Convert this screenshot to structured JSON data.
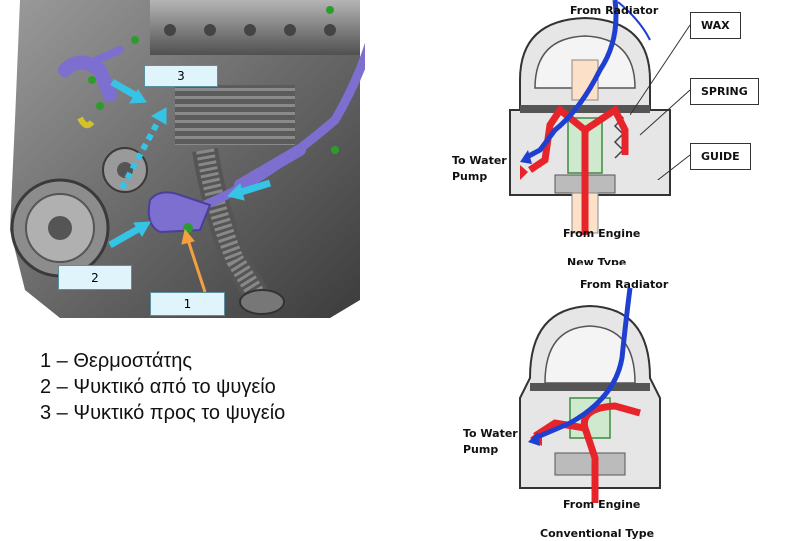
{
  "engine": {
    "callout_1": "1",
    "callout_2": "2",
    "callout_3": "3"
  },
  "legend": [
    "1 – Θερμοστάτης",
    "2 – Ψυκτικό από το ψυγείο",
    "3 – Ψυκτικό προς το ψυγείο"
  ],
  "new_type": {
    "from_radiator": "From Radiator",
    "to_water_pump_line1": "To Water",
    "to_water_pump_line2": "Pump",
    "from_engine": "From Engine",
    "caption": "New Type",
    "wax": "WAX",
    "spring": "SPRING",
    "guide": "GUIDE"
  },
  "conventional": {
    "from_radiator": "From Radiator",
    "to_water_pump_line1": "To Water",
    "to_water_pump_line2": "Pump",
    "from_engine": "From Engine",
    "caption": "Conventional Type"
  },
  "colors": {
    "hose": "#7d6fd0",
    "cyan_arrow": "#36c4e6",
    "orange_arrow": "#f4a040",
    "hot_flow": "#e8242b",
    "cold_flow": "#1f3fd0"
  }
}
